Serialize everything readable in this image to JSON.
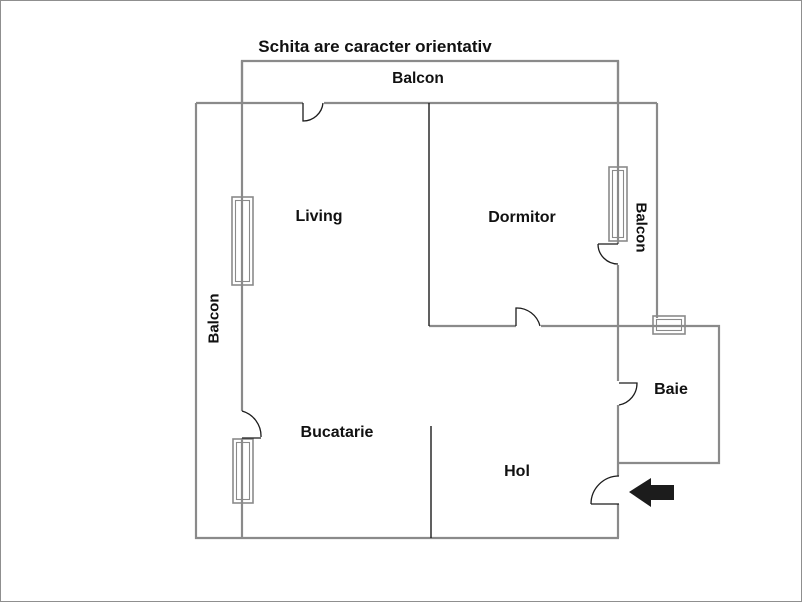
{
  "title": "Schita are caracter orientativ",
  "labels": {
    "balcony_top": "Balcon",
    "balcony_left": "Balcon",
    "balcony_right": "Balcon",
    "living": "Living",
    "dormitor": "Dormitor",
    "bucatarie": "Bucatarie",
    "hol": "Hol",
    "baie": "Baie"
  },
  "icons": {
    "entrance_arrow": "left-arrow"
  },
  "colors": {
    "wall": "#8a8a8a",
    "line": "#1c1c1c",
    "text": "#111111",
    "background": "#ffffff"
  }
}
